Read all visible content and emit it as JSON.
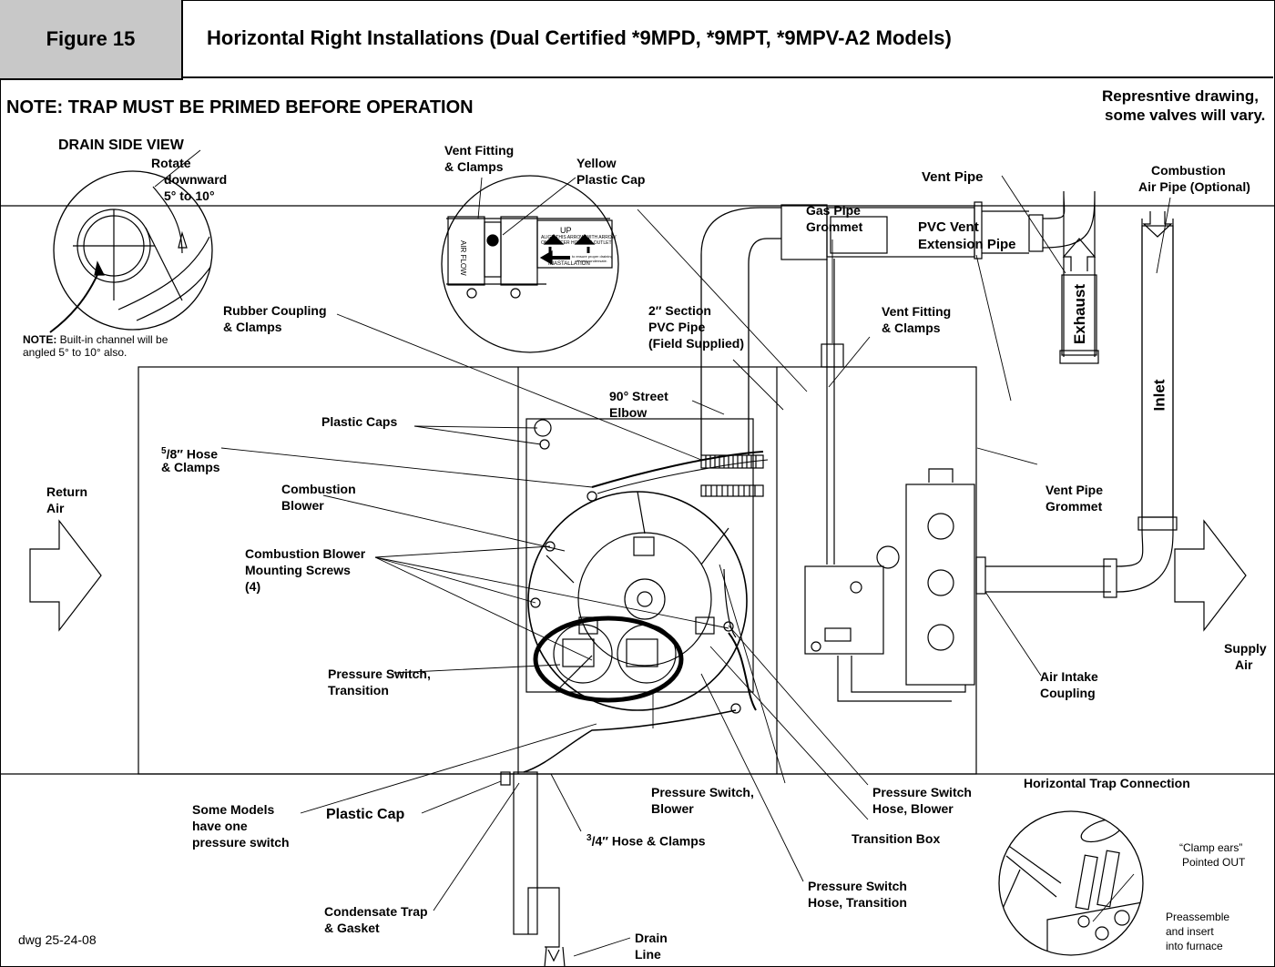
{
  "header": {
    "figure_label": "Figure 15",
    "title": "Horizontal Right Installations (Dual Certified *9MPD, *9MPT, *9MPV-A2 Models)"
  },
  "note": "NOTE: TRAP MUST BE PRIMED BEFORE OPERATION",
  "representative": {
    "line1": "Represntive drawing,",
    "line2": "some valves will vary."
  },
  "drain_view": {
    "title": "DRAIN SIDE VIEW",
    "rotate": [
      "Rotate",
      "downward",
      "5° to 10°"
    ],
    "note_prefix": "NOTE:",
    "note_line1": " Built-in channel will be",
    "note_line2": "angled 5° to 10°  also."
  },
  "inset_vent": {
    "up": "UP",
    "align": [
      "ALIGN THIS ARROW WITH ARROW",
      "ON INDUCER HOUSING OUTLET"
    ],
    "ensure": [
      "to ensure proper draining",
      "of vent condensate."
    ],
    "installation": "INASTALLATION",
    "airflow": "AIR FLOW"
  },
  "labels": {
    "vent_fitting_clamps_top": [
      "Vent Fitting",
      "& Clamps"
    ],
    "yellow_plastic_cap": [
      "Yellow",
      "Plastic Cap"
    ],
    "gas_pipe_grommet": [
      "Gas Pipe",
      "Grommet"
    ],
    "vent_pipe": "Vent Pipe",
    "pvc_vent_extension": [
      "PVC Vent",
      "Extension Pipe"
    ],
    "combustion_air_pipe": [
      "Combustion",
      "Air Pipe (Optional)"
    ],
    "exhaust": "Exhaust",
    "inlet": "Inlet",
    "rubber_coupling": [
      "Rubber Coupling",
      "& Clamps"
    ],
    "section_pvc": [
      "2″ Section",
      "PVC Pipe",
      "(Field Supplied)"
    ],
    "vent_fitting_clamps_mid": [
      "Vent Fitting",
      "& Clamps"
    ],
    "street_elbow": [
      "90° Street",
      "Elbow"
    ],
    "plastic_caps": "Plastic Caps",
    "hose_58_num": "5",
    "hose_58_den": "/8″ Hose",
    "hose_58_line2": "& Clamps",
    "return_air": [
      "Return",
      "Air"
    ],
    "combustion_blower": [
      "Combustion",
      "Blower"
    ],
    "mounting_screws": [
      "Combustion Blower",
      "Mounting Screws",
      "(4)"
    ],
    "vent_pipe_grommet": [
      "Vent Pipe",
      "Grommet"
    ],
    "supply_air": [
      "Supply",
      "Air"
    ],
    "air_intake_coupling": [
      "Air Intake",
      "Coupling"
    ],
    "ps_transition": [
      "Pressure Switch,",
      "Transition"
    ],
    "ps_blower": [
      "Pressure Switch,",
      "Blower"
    ],
    "ps_hose_blower": [
      "Pressure Switch",
      "Hose, Blower"
    ],
    "transition_box": "Transition Box",
    "ps_hose_transition": [
      "Pressure Switch",
      "Hose, Transition"
    ],
    "some_models": [
      "Some Models",
      "have one",
      "pressure switch"
    ],
    "plastic_cap": "Plastic Cap",
    "hose_34_num": "3",
    "hose_34_den": "/4″ Hose &  Clamps",
    "condensate_trap": [
      "Condensate Trap",
      "& Gasket"
    ],
    "drain_line": [
      "Drain",
      "Line"
    ],
    "horizontal_trap": "Horizontal Trap Connection",
    "clamp_ears": [
      "“Clamp ears”",
      "Pointed OUT"
    ],
    "preassemble": [
      "Preassemble",
      "and insert",
      "into furnace"
    ],
    "dwg": "dwg 25-24-08"
  }
}
